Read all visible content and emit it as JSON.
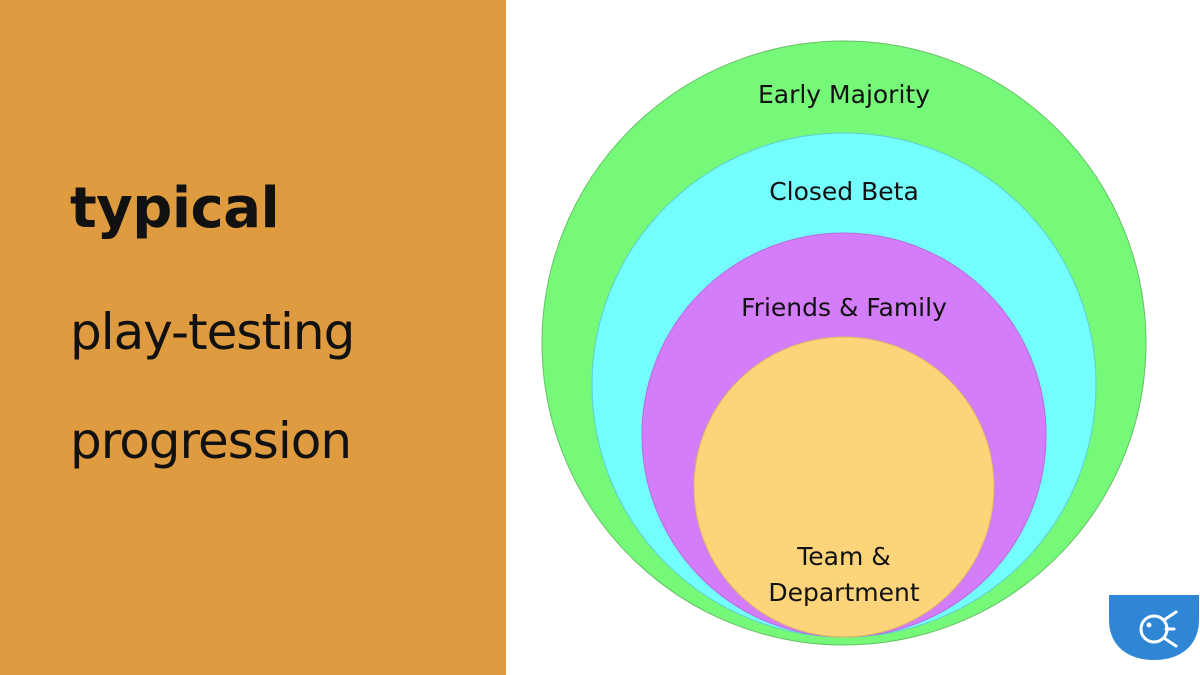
{
  "colors": {
    "panel_background": "#DE9B3F",
    "page_background": "#FFFFFF",
    "text": "#111111",
    "logo_background": "#2F86D5"
  },
  "heading": {
    "line1": "typical",
    "line2": "play-testing",
    "line3": "progression"
  },
  "diagram": {
    "rings": [
      {
        "label": "Early Majority",
        "color": "#76F978"
      },
      {
        "label": "Closed Beta",
        "color": "#74FDFD"
      },
      {
        "label": "Friends & Family",
        "color": "#D47DFA"
      },
      {
        "label_lines": [
          "Team &",
          "Department"
        ],
        "color": "#FDD47A"
      }
    ]
  },
  "logo": {
    "icon": "fish-logo-icon"
  }
}
